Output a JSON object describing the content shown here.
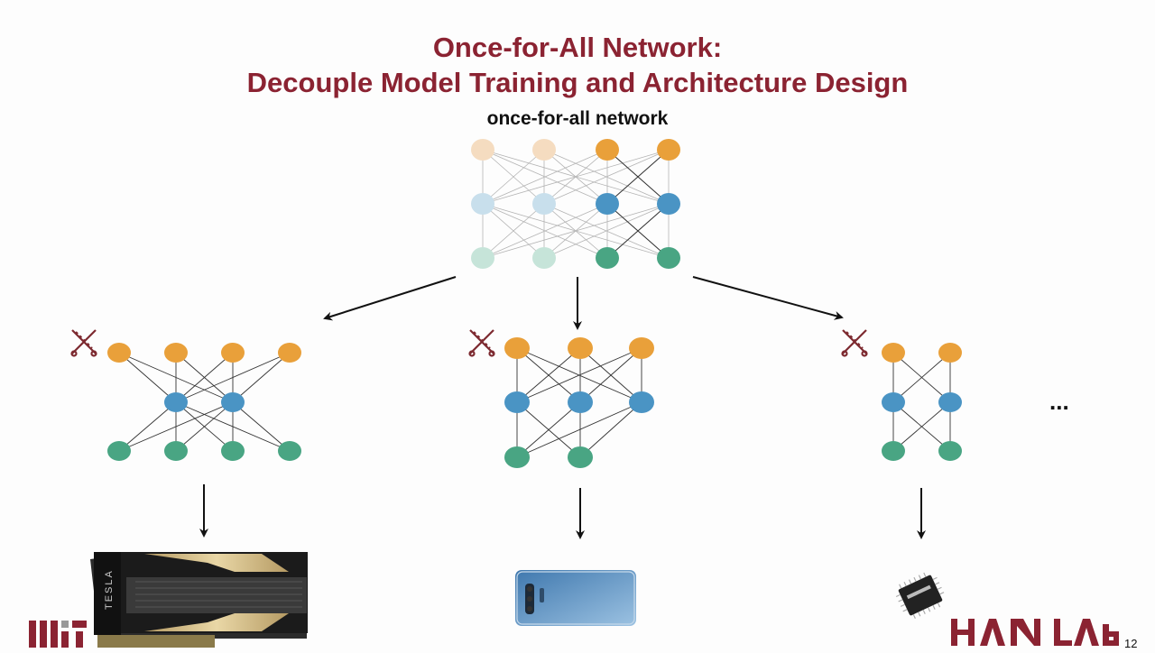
{
  "slide": {
    "title_line1": "Once-for-All Network:",
    "title_line2": "Decouple Model Training and Architecture Design",
    "subtitle": "once-for-all network",
    "ellipsis": "...",
    "page_number": "12",
    "logo_left": "MIT",
    "logo_right": "HAN LAB",
    "gpu_label": "TESLA"
  },
  "colors": {
    "title": "#8b2332",
    "orange": "#e9a03a",
    "blue": "#4a94c4",
    "green": "#49a583",
    "orange_faded": "#f5dcc0",
    "blue_faded": "#c8dfec",
    "green_faded": "#c6e4d9",
    "cut_icon": "#7d2a30"
  },
  "icons": {
    "cut": "scissors-cross-icon"
  }
}
